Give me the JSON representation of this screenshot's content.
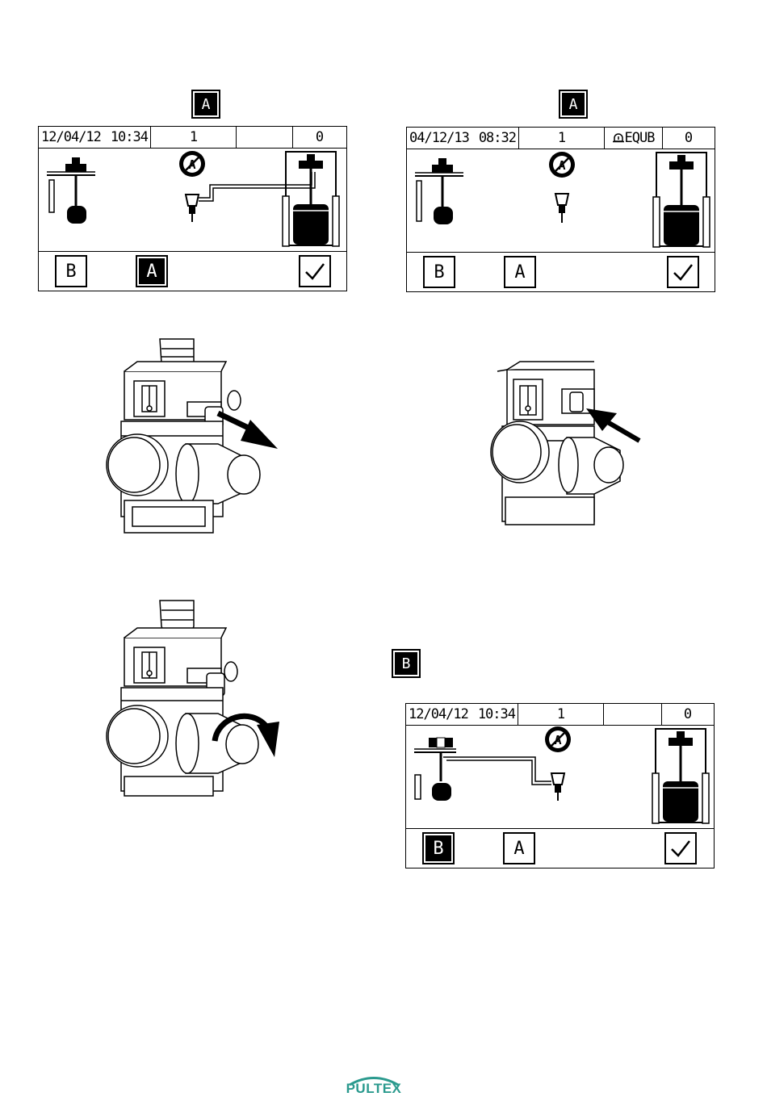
{
  "markers": {
    "top_left": "A",
    "top_right": "A",
    "bottom_right": "B"
  },
  "screens": [
    {
      "date": "12/04/12",
      "time": "10:34",
      "count": "1",
      "alarm": "",
      "value": "0",
      "buttons": [
        "B",
        "A"
      ],
      "active": "A"
    },
    {
      "date": "04/12/13",
      "time": "08:32",
      "count": "1",
      "alarm": "EQUB",
      "value": "0",
      "buttons": [
        "B",
        "A"
      ],
      "active": ""
    },
    {
      "date": "12/04/12",
      "time": "10:34",
      "count": "1",
      "alarm": "",
      "value": "0",
      "buttons": [
        "B",
        "A"
      ],
      "active": "B"
    }
  ],
  "logo": {
    "text": "PULTEX",
    "color": "#2b9a8e"
  }
}
